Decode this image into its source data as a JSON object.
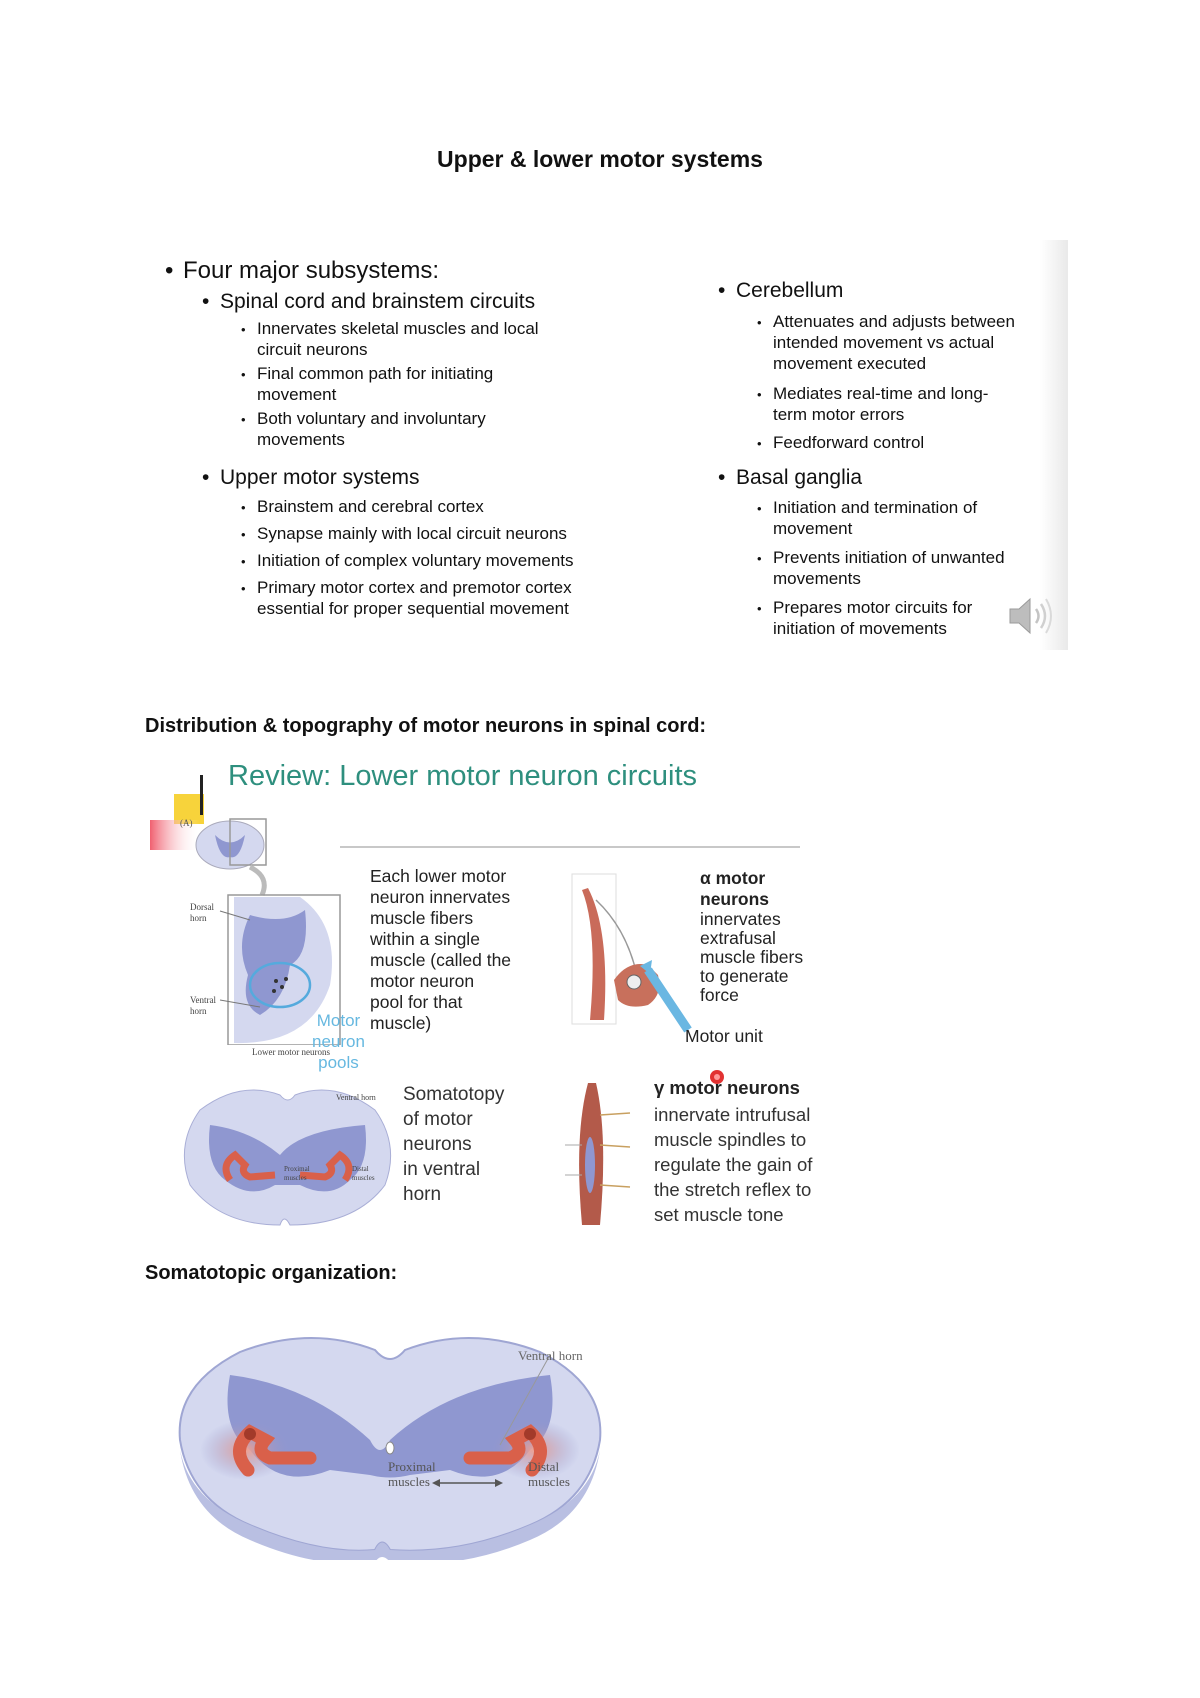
{
  "page_title": "Upper & lower motor systems",
  "slide1": {
    "heading": "Four major subsystems:",
    "left": [
      {
        "title": "Spinal cord and brainstem circuits",
        "items": [
          [
            "Innervates skeletal muscles and local",
            "circuit neurons"
          ],
          [
            "Final common path for initiating",
            "movement"
          ],
          [
            "Both voluntary and involuntary",
            "movements"
          ]
        ]
      },
      {
        "title": "Upper motor systems",
        "items": [
          [
            "Brainstem and cerebral cortex"
          ],
          [
            "Synapse mainly with local circuit neurons"
          ],
          [
            "Initiation of complex voluntary movements"
          ],
          [
            "Primary motor cortex and premotor cortex",
            "essential for proper sequential movement"
          ]
        ]
      }
    ],
    "right": [
      {
        "title": "Cerebellum",
        "items": [
          [
            "Attenuates and adjusts between",
            "intended movement vs actual",
            "movement executed"
          ],
          [
            "Mediates real-time and long-",
            "term motor errors"
          ],
          [
            "Feedforward control"
          ]
        ]
      },
      {
        "title": "Basal ganglia",
        "items": [
          [
            "Initiation and termination of",
            "movement"
          ],
          [
            "Prevents initiation of unwanted",
            "movements"
          ],
          [
            "Prepares motor circuits for",
            "initiation of movements"
          ]
        ]
      }
    ]
  },
  "section2_heading": "Distribution & topography of motor neurons in spinal cord:",
  "slide2": {
    "title": "Review: Lower motor neuron circuits",
    "panel_a_label": "(A)",
    "dorsal_horn": [
      "Dorsal",
      "horn"
    ],
    "ventral_horn": [
      "Ventral",
      "horn"
    ],
    "lower_motor_neurons": "Lower motor neurons",
    "motor_neuron_pools": [
      "Motor",
      "neuron",
      "pools"
    ],
    "each_lmn_text": [
      "Each lower motor",
      "neuron innervates",
      "muscle fibers",
      "within a single",
      "muscle (called the",
      "motor neuron",
      "pool for that",
      "muscle)"
    ],
    "alpha_title": [
      "α motor",
      "neurons"
    ],
    "alpha_text": [
      "innervates",
      "extrafusal",
      "muscle fibers",
      "to generate",
      "force"
    ],
    "motor_unit": "Motor unit",
    "somatotopy_text": [
      "Somatotopy",
      "of motor",
      "neurons",
      "in ventral",
      "horn"
    ],
    "gamma_title": "γ motor neurons",
    "gamma_text": [
      "innervate intrufusal",
      "muscle spindles to",
      "regulate the gain of",
      "the stretch reflex to",
      "set muscle tone"
    ],
    "small_ventral_horn": "Ventral horn",
    "small_proximal": [
      "Proximal",
      "muscles"
    ],
    "small_distal": [
      "Distal",
      "muscles"
    ]
  },
  "section3_heading": "Somatotopic organization:",
  "figure3": {
    "ventral_horn": "Ventral horn",
    "proximal": [
      "Proximal",
      "muscles"
    ],
    "distal": [
      "Distal",
      "muscles"
    ]
  },
  "colors": {
    "slide_title_green": "#2e8f7e",
    "gray_matter": "#8f97d0",
    "white_matter": "#d4d8ef",
    "muscle_red": "#d9604a",
    "arrow_blue": "#6ab7e2"
  }
}
